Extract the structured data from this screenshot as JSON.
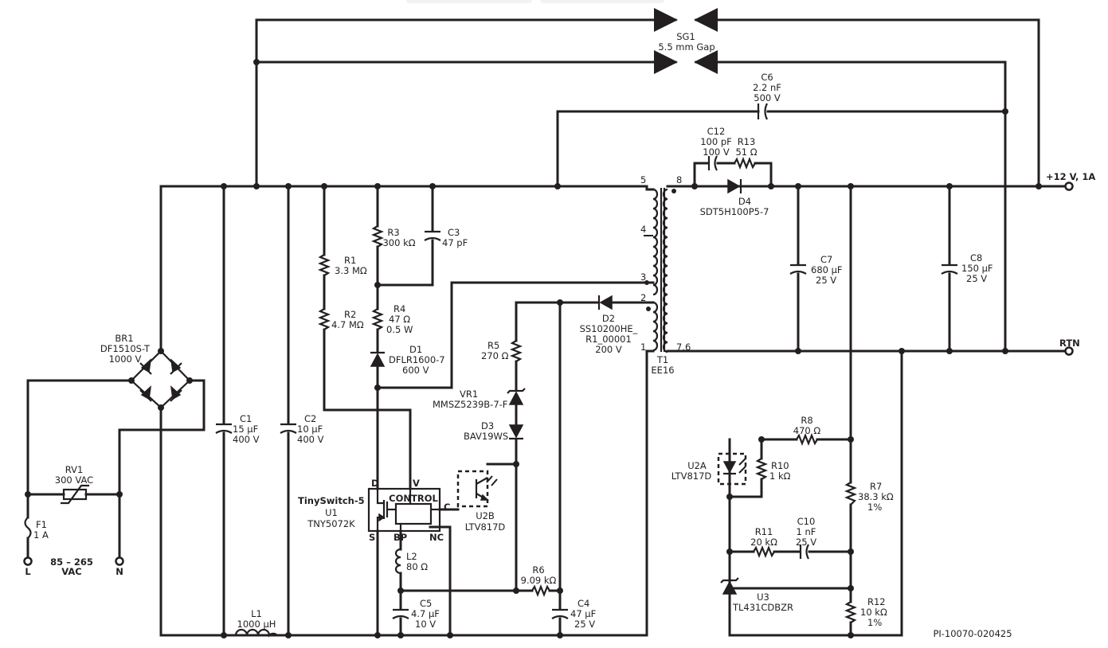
{
  "title_note": "PI-10070-020425",
  "terminals": {
    "out_pos": "+12 V, 1A",
    "out_rtn": "RTN",
    "in_l": "L",
    "in_n": "N",
    "input_range_1": "85 – 265",
    "input_range_2": "VAC"
  },
  "components": {
    "sg1": {
      "ref": "SG1",
      "value": "5.5 mm Gap"
    },
    "c6": {
      "ref": "C6",
      "value": "2.2 nF",
      "rating": "500 V"
    },
    "c12": {
      "ref": "C12",
      "value": "100 pF",
      "rating": "100 V"
    },
    "r13": {
      "ref": "R13",
      "value": "51 Ω"
    },
    "d4": {
      "ref": "D4",
      "part": "SDT5H100P5-7"
    },
    "c7": {
      "ref": "C7",
      "value": "680 µF",
      "rating": "25 V"
    },
    "c8": {
      "ref": "C8",
      "value": "150 µF",
      "rating": "25 V"
    },
    "r3": {
      "ref": "R3",
      "value": "300 kΩ"
    },
    "c3": {
      "ref": "C3",
      "value": "47 pF"
    },
    "r1": {
      "ref": "R1",
      "value": "3.3 MΩ"
    },
    "r2": {
      "ref": "R2",
      "value": "4.7 MΩ"
    },
    "r4": {
      "ref": "R4",
      "value": "47 Ω",
      "rating": "0.5 W"
    },
    "d1": {
      "ref": "D1",
      "part": "DFLR1600-7",
      "rating": "600 V"
    },
    "d2": {
      "ref": "D2",
      "part1": "SS10200HE_",
      "part2": "R1_00001",
      "rating": "200 V"
    },
    "t1": {
      "ref": "T1",
      "core": "EE16",
      "pin5": "5",
      "pin4": "4",
      "pin3": "3",
      "pin2": "2",
      "pin1": "1",
      "pin8": "8",
      "pin76": "7,6"
    },
    "r5": {
      "ref": "R5",
      "value": "270 Ω"
    },
    "vr1": {
      "ref": "VR1",
      "part": "MMSZ5239B-7-F"
    },
    "d3": {
      "ref": "D3",
      "part": "BAV19WS"
    },
    "br1": {
      "ref": "BR1",
      "part": "DF1510S-T",
      "rating": "1000 V"
    },
    "c1": {
      "ref": "C1",
      "value": "15 µF",
      "rating": "400 V"
    },
    "c2": {
      "ref": "C2",
      "value": "10 µF",
      "rating": "400 V"
    },
    "rv1": {
      "ref": "RV1",
      "value": "300 VAC"
    },
    "f1": {
      "ref": "F1",
      "value": "1 A"
    },
    "u1": {
      "family": "TinySwitch-5",
      "ref": "U1",
      "part": "TNY5072K",
      "block": "CONTROL",
      "pin_d": "D",
      "pin_v": "V",
      "pin_c": "C",
      "pin_s": "S",
      "pin_bp": "BP",
      "pin_nc": "NC"
    },
    "u2b": {
      "ref": "U2B",
      "part": "LTV817D"
    },
    "u2a": {
      "ref": "U2A",
      "part": "LTV817D"
    },
    "l2": {
      "ref": "L2",
      "value": "80 Ω"
    },
    "c5": {
      "ref": "C5",
      "value": "4.7 µF",
      "rating": "10 V"
    },
    "r6": {
      "ref": "R6",
      "value": "9.09 kΩ"
    },
    "c4": {
      "ref": "C4",
      "value": "47 µF",
      "rating": "25 V"
    },
    "l1": {
      "ref": "L1",
      "value": "1000 µH"
    },
    "r8": {
      "ref": "R8",
      "value": "470 Ω"
    },
    "r10": {
      "ref": "R10",
      "value": "1 kΩ"
    },
    "r7": {
      "ref": "R7",
      "value": "38.3 kΩ",
      "tol": "1%"
    },
    "r11": {
      "ref": "R11",
      "value": "20 kΩ"
    },
    "c10": {
      "ref": "C10",
      "value": "1 nF",
      "rating": "25 V"
    },
    "u3": {
      "ref": "U3",
      "part": "TL431CDBZR"
    },
    "r12": {
      "ref": "R12",
      "value": "10 kΩ",
      "tol": "1%"
    }
  }
}
